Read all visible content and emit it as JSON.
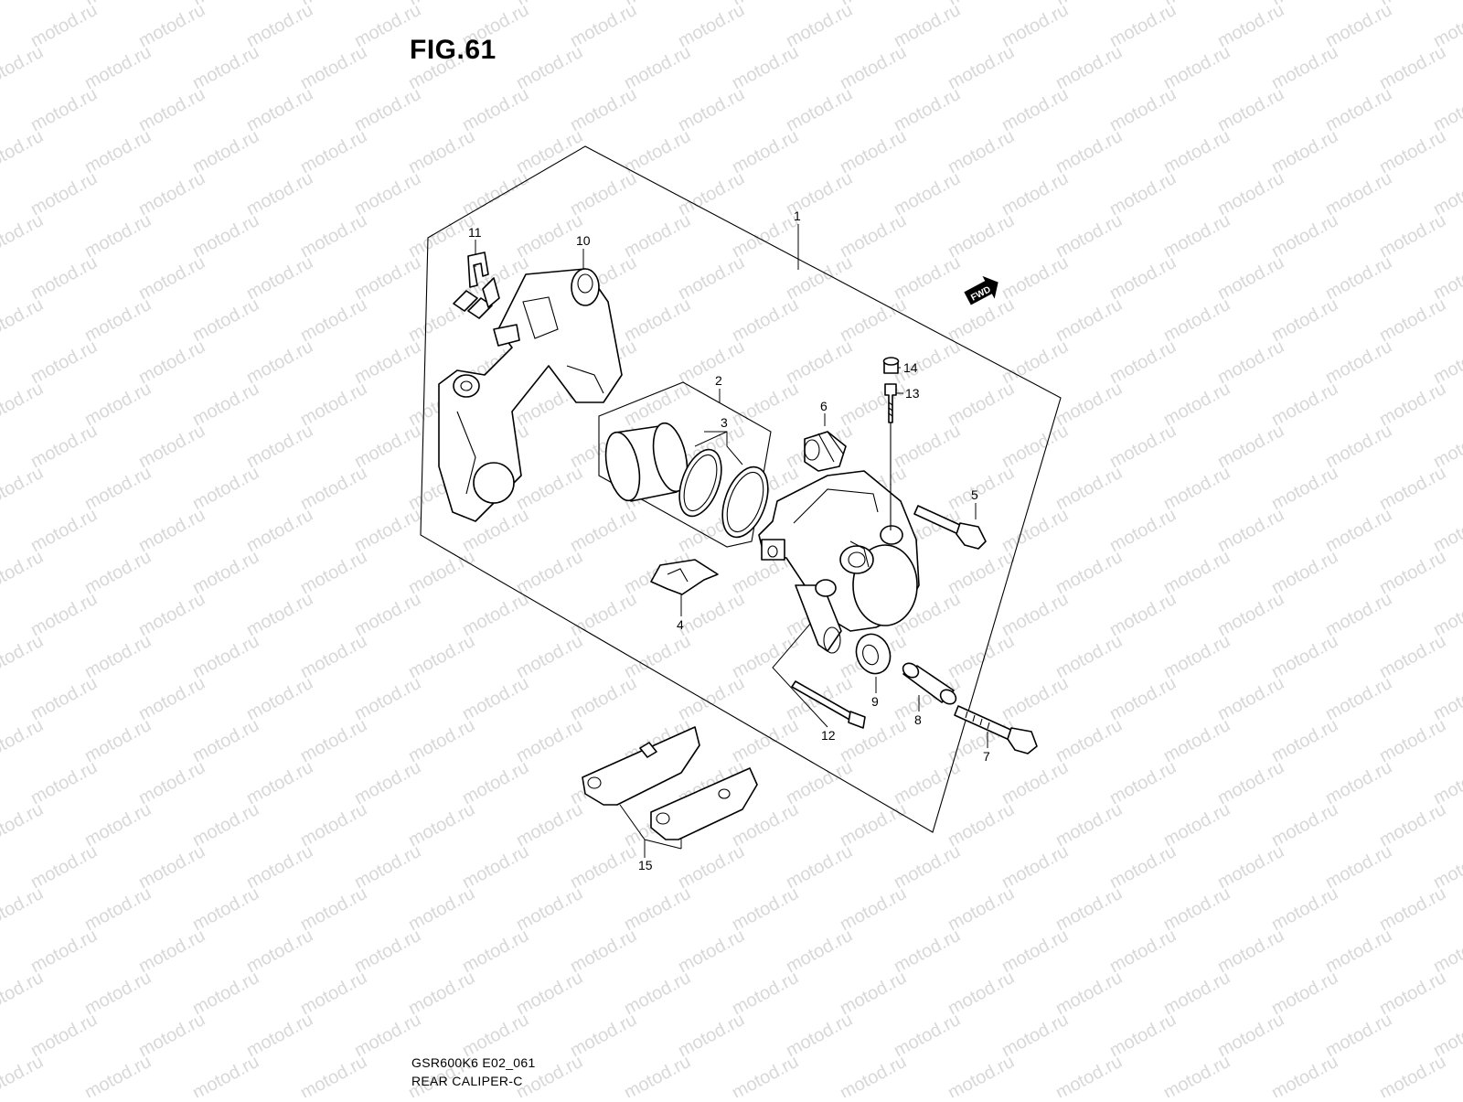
{
  "figure": {
    "title": "FIG.61"
  },
  "watermark": {
    "text": "motod.ru"
  },
  "captions": {
    "model_code": "GSR600K6 E02_061",
    "group_name": "REAR CALIPER-C"
  },
  "fwd_badge": {
    "label": "FWD"
  },
  "callouts": {
    "c1": "1",
    "c2": "2",
    "c3": "3",
    "c4": "4",
    "c5": "5",
    "c6": "6",
    "c7": "7",
    "c8": "8",
    "c9": "9",
    "c10": "10",
    "c11": "11",
    "c12": "12",
    "c13": "13",
    "c14": "14",
    "c15": "15"
  }
}
